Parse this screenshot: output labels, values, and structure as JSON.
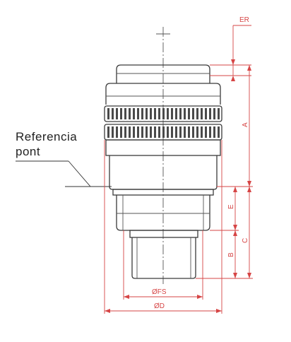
{
  "reference_label": {
    "line1": "Referencia",
    "line2": "pont"
  },
  "dimensions": {
    "er": "ER",
    "a": "A",
    "e": "E",
    "c": "C",
    "b": "B",
    "fs": "ØFS",
    "d": "ØD"
  },
  "colors": {
    "dimension": "#d64545",
    "outline": "#3a3a3a"
  }
}
